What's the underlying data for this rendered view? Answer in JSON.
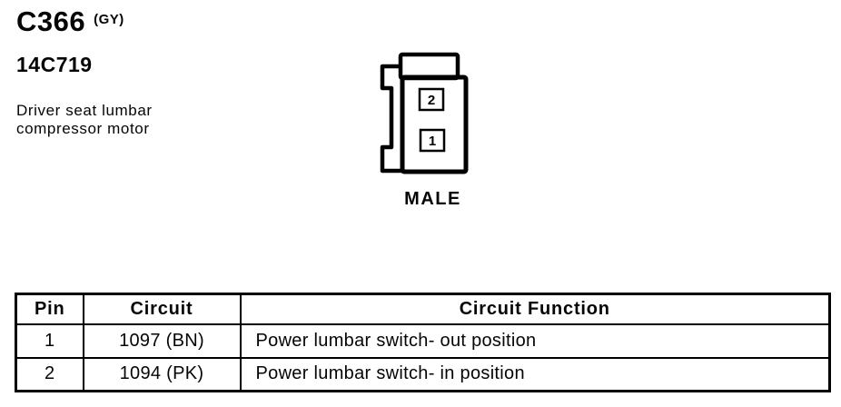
{
  "header": {
    "connector_id": "C366",
    "color_code": "(GY)",
    "part_number": "14C719",
    "description_line1": "Driver seat lumbar",
    "description_line2": "compressor motor"
  },
  "diagram": {
    "gender_label": "MALE",
    "cavity_top": "2",
    "cavity_bottom": "1"
  },
  "pin_table": {
    "headers": {
      "pin": "Pin",
      "circuit": "Circuit",
      "function": "Circuit Function"
    },
    "rows": [
      {
        "pin": "1",
        "circuit": "1097 (BN)",
        "function": "Power lumbar switch- out position"
      },
      {
        "pin": "2",
        "circuit": "1094 (PK)",
        "function": "Power lumbar switch- in position"
      }
    ]
  },
  "colors": {
    "ink": "#000000",
    "paper": "#ffffff"
  }
}
